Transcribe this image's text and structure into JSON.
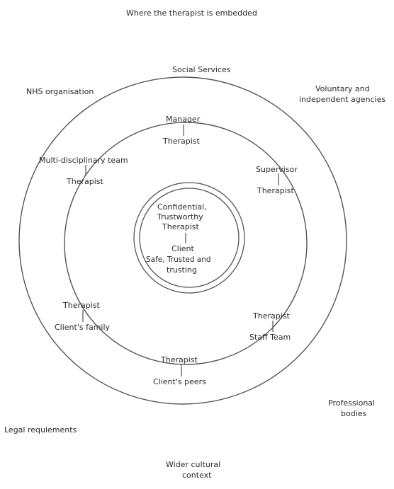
{
  "title": "Where the therapist is embedded",
  "outer_labels": {
    "social_services": "Social Services",
    "nhs": "NHS organisation",
    "voluntary_line1": "Voluntary and",
    "voluntary_line2": "independent agencies",
    "professional_line1": "Professional",
    "professional_line2": "bodies",
    "legal": "Legal requiements",
    "wider_line1": "Wider cultural",
    "wider_line2": "context"
  },
  "pairs": {
    "manager": {
      "top": "Manager",
      "bottom": "Therapist"
    },
    "mdt": {
      "top": "Multi-disciplinary team",
      "bottom": "Therapist"
    },
    "supervisor": {
      "top": "Supervisor",
      "bottom": "Therapist"
    },
    "family": {
      "top": "Therapist",
      "bottom": "Client's family"
    },
    "staff": {
      "top": "Therapist",
      "bottom": "Staff Team"
    },
    "peers": {
      "top": "Therapist",
      "bottom": "Client's peers"
    }
  },
  "core": {
    "line1": "Confidential,",
    "line2": "Trustworthy",
    "line3": "Therapist",
    "line4": "Client",
    "line5": "Safe, Trusted and",
    "line6": "trusting"
  }
}
